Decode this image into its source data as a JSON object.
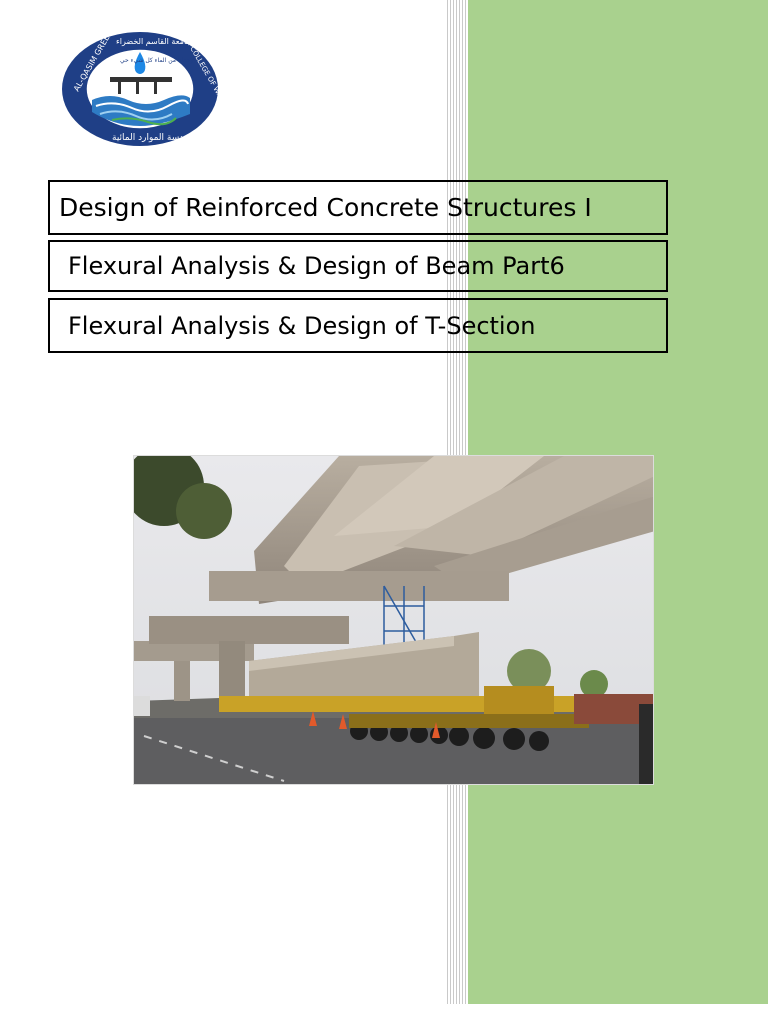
{
  "cover": {
    "course_title": "Design of Reinforced Concrete Structures I",
    "topic_title": "Flexural Analysis & Design of Beam Part6",
    "subtopic_title": "Flexural Analysis & Design of T-Section"
  },
  "logo": {
    "left_ring_text": "AL-QASIM GREEN UNIVERSITY",
    "right_ring_text": "COLLEGE OF WATER RESOURCES ENGINEERING",
    "top_ring_text": "جامعة القاسم الخضراء",
    "bottom_ring_text": "كلية هندسة الموارد المائية",
    "inner_text": "وجعلنا من الماء كل شيء حي"
  },
  "colors": {
    "accent_panel": "#a9d18e",
    "logo_blue": "#1f3f86",
    "box_border": "#000000"
  }
}
